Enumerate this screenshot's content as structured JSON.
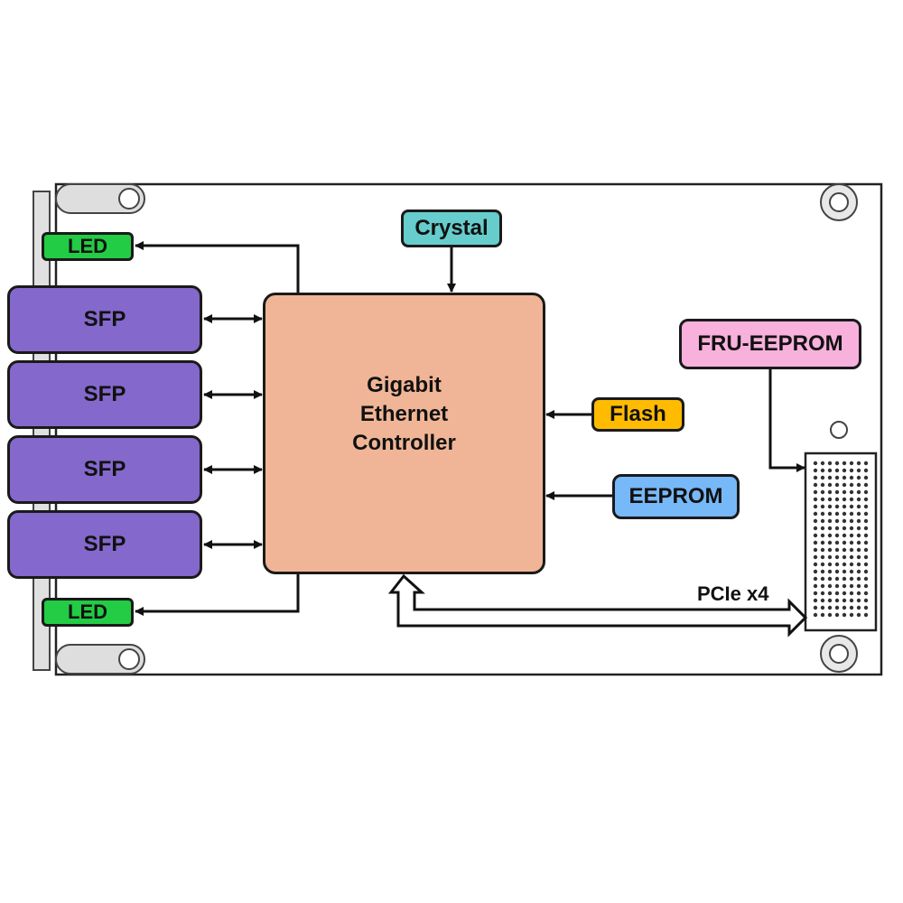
{
  "blocks": {
    "crystal": "Crystal",
    "led": "LED",
    "sfp": "SFP",
    "controller": "Gigabit\nEthernet\nController",
    "flash": "Flash",
    "eeprom": "EEPROM",
    "fru_eeprom": "FRU-EEPROM"
  },
  "labels": {
    "pcie": "PCIe x4"
  },
  "colors": {
    "sfp": "#8468cc",
    "led": "#22cc44",
    "controller": "#f0b596",
    "crystal": "#66cccc",
    "flash": "#ffbb00",
    "eeprom": "#77b8f8",
    "fru_eeprom": "#f8b0dc",
    "bracket": "#dedede"
  }
}
